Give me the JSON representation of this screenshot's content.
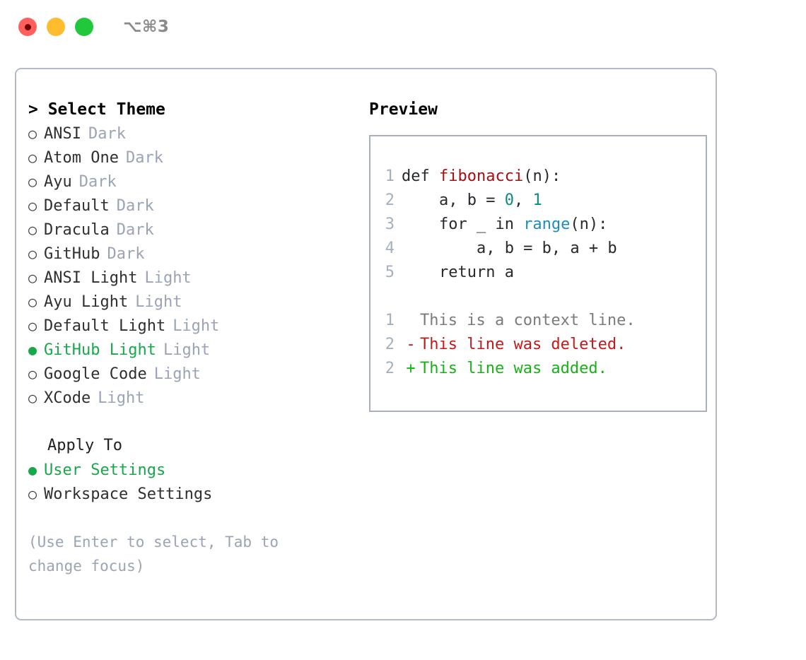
{
  "titlebar": {
    "shortcut": "⌥⌘3",
    "lights": [
      "close",
      "minimize",
      "maximize"
    ]
  },
  "left": {
    "section_title": "> Select Theme",
    "themes": [
      {
        "name": "ANSI",
        "tag": "Dark",
        "selected": false,
        "marker": "○"
      },
      {
        "name": "Atom One",
        "tag": "Dark",
        "selected": false,
        "marker": "○"
      },
      {
        "name": "Ayu",
        "tag": "Dark",
        "selected": false,
        "marker": "○"
      },
      {
        "name": "Default",
        "tag": "Dark",
        "selected": false,
        "marker": "○"
      },
      {
        "name": "Dracula",
        "tag": "Dark",
        "selected": false,
        "marker": "○"
      },
      {
        "name": "GitHub",
        "tag": "Dark",
        "selected": false,
        "marker": "○"
      },
      {
        "name": "ANSI Light",
        "tag": "Light",
        "selected": false,
        "marker": "○"
      },
      {
        "name": "Ayu Light",
        "tag": "Light",
        "selected": false,
        "marker": "○"
      },
      {
        "name": "Default Light",
        "tag": "Light",
        "selected": false,
        "marker": "○"
      },
      {
        "name": "GitHub Light",
        "tag": "Light",
        "selected": true,
        "marker": "●"
      },
      {
        "name": "Google Code",
        "tag": "Light",
        "selected": false,
        "marker": "○"
      },
      {
        "name": "XCode",
        "tag": "Light",
        "selected": false,
        "marker": "○"
      }
    ],
    "apply_to": {
      "title": "Apply To",
      "options": [
        {
          "label": "User Settings",
          "selected": true,
          "marker": "●"
        },
        {
          "label": "Workspace Settings",
          "selected": false,
          "marker": "○"
        }
      ]
    },
    "hint": "(Use Enter to select, Tab to\nchange focus)"
  },
  "preview": {
    "title": "Preview",
    "code": [
      {
        "no": "1",
        "tokens": [
          {
            "t": "def ",
            "c": "plain"
          },
          {
            "t": "fibonacci",
            "c": "fn"
          },
          {
            "t": "(n):",
            "c": "plain"
          }
        ]
      },
      {
        "no": "2",
        "tokens": [
          {
            "t": "    a, b = ",
            "c": "plain"
          },
          {
            "t": "0",
            "c": "num"
          },
          {
            "t": ", ",
            "c": "plain"
          },
          {
            "t": "1",
            "c": "num"
          }
        ]
      },
      {
        "no": "3",
        "tokens": [
          {
            "t": "    for _ in ",
            "c": "plain"
          },
          {
            "t": "range",
            "c": "call"
          },
          {
            "t": "(n):",
            "c": "plain"
          }
        ]
      },
      {
        "no": "4",
        "tokens": [
          {
            "t": "        a, b = b, a + b",
            "c": "plain"
          }
        ]
      },
      {
        "no": "5",
        "tokens": [
          {
            "t": "    return a",
            "c": "plain"
          }
        ]
      }
    ],
    "diff": [
      {
        "no": "1",
        "mark": " ",
        "text": "This is a context line.",
        "kind": "context"
      },
      {
        "no": "2",
        "mark": "-",
        "text": "This line was deleted.",
        "kind": "deleted"
      },
      {
        "no": "2",
        "mark": "+",
        "text": "This line was added.",
        "kind": "added"
      }
    ]
  },
  "colors": {
    "accent_green": "#17a84a",
    "tag_gray": "#9aa4b4",
    "diff_add": "#16b216",
    "diff_del": "#c21a1a",
    "syntax_fn": "#a50f0f",
    "syntax_num": "#0d8a83",
    "syntax_call": "#1e8bbd",
    "border": "#b3bac6"
  }
}
